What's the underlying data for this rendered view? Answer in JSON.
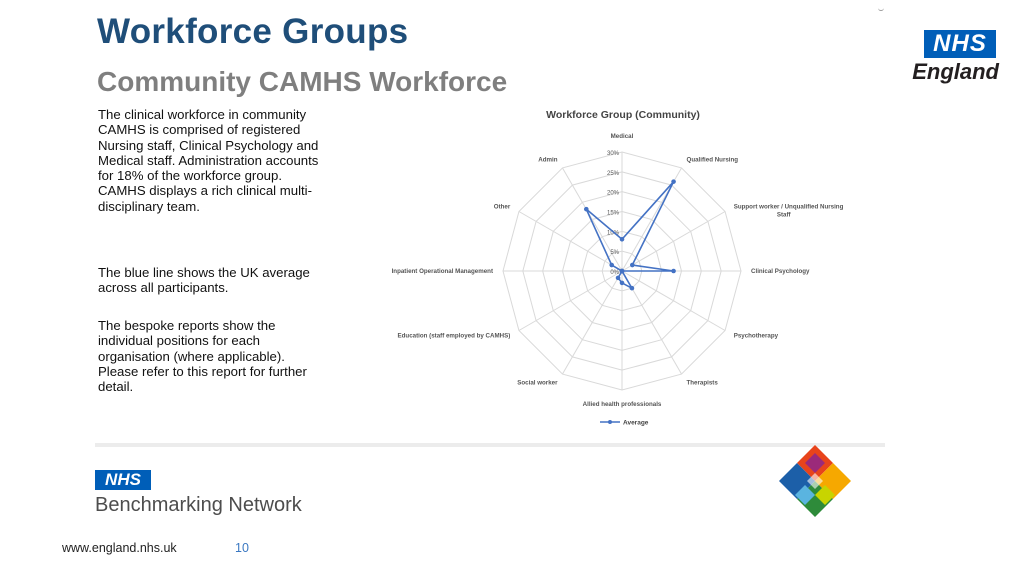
{
  "slide": {
    "title": "Workforce Groups",
    "subtitle": "Community CAMHS Workforce",
    "paragraphs": [
      "The clinical workforce in community CAMHS is comprised of registered Nursing staff, Clinical Psychology and Medical staff. Administration accounts for 18% of the workforce group. CAMHS displays a rich clinical multi-disciplinary team.",
      "The blue line shows the UK average across all participants.",
      "The bespoke reports show the individual positions for each organisation (where applicable). Please refer to this report for further detail."
    ],
    "logo_top": {
      "badge": "NHS",
      "name": "England"
    },
    "footer": {
      "bench_badge": "NHS",
      "bench_name": "Benchmarking Network",
      "url": "www.england.nhs.uk",
      "page": "10"
    }
  },
  "colors": {
    "title": "#1f4e79",
    "subtitle": "#7f7f7f",
    "series": "#4472c4",
    "grid": "#d9d9d9",
    "nhs_blue": "#005eb8"
  },
  "chart_data": {
    "type": "radar",
    "title": "Workforce Group (Community)",
    "categories": [
      "Medical",
      "Qualified Nursing",
      "Support worker / Unqualified Nursing Staff",
      "Clinical Psychology",
      "Psychotherapy",
      "Therapists",
      "Allied health professionals",
      "Social worker",
      "Education (staff employed by CAMHS)",
      "Inpatient Operational Management",
      "Other",
      "Admin"
    ],
    "series": [
      {
        "name": "Average",
        "values": [
          8,
          26,
          3,
          13,
          0,
          5,
          3,
          2,
          0,
          0,
          3,
          18
        ]
      }
    ],
    "r_ticks": [
      "0%",
      "5%",
      "10%",
      "15%",
      "20%",
      "25%",
      "30%"
    ],
    "rlim": [
      0,
      30
    ],
    "legend": "bottom",
    "grid": true
  }
}
